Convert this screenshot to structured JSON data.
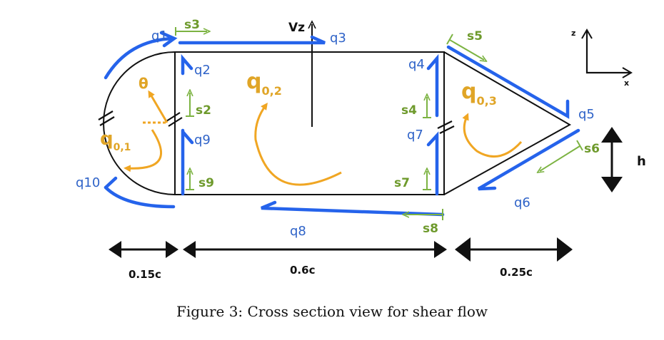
{
  "colors": {
    "flow": "#2563eb",
    "coordinate": "#7cb342",
    "circulation": "#f0a623",
    "structure": "#111111"
  },
  "labels": {
    "q1": "q1",
    "q2": "q2",
    "q3": "q3",
    "q4": "q4",
    "q5": "q5",
    "q6": "q6",
    "q7": "q7",
    "q8": "q8",
    "q9": "q9",
    "q10": "q10",
    "s2": "s2",
    "s3": "s3",
    "s4": "s4",
    "s5": "s5",
    "s6": "s6",
    "s7": "s7",
    "s8": "s8",
    "s9": "s9",
    "vz": "Vz",
    "theta": "θ",
    "q01_main": "q",
    "q01_sub": "0,1",
    "q02_main": "q",
    "q02_sub": "0,2",
    "q03_main": "q",
    "q03_sub": "0,3",
    "axis_z": "z",
    "axis_x": "x",
    "h": "h"
  },
  "dimensions": {
    "left": "0.15c",
    "middle": "0.6c",
    "right": "0.25c"
  },
  "caption": "Figure 3: Cross section view for shear flow"
}
